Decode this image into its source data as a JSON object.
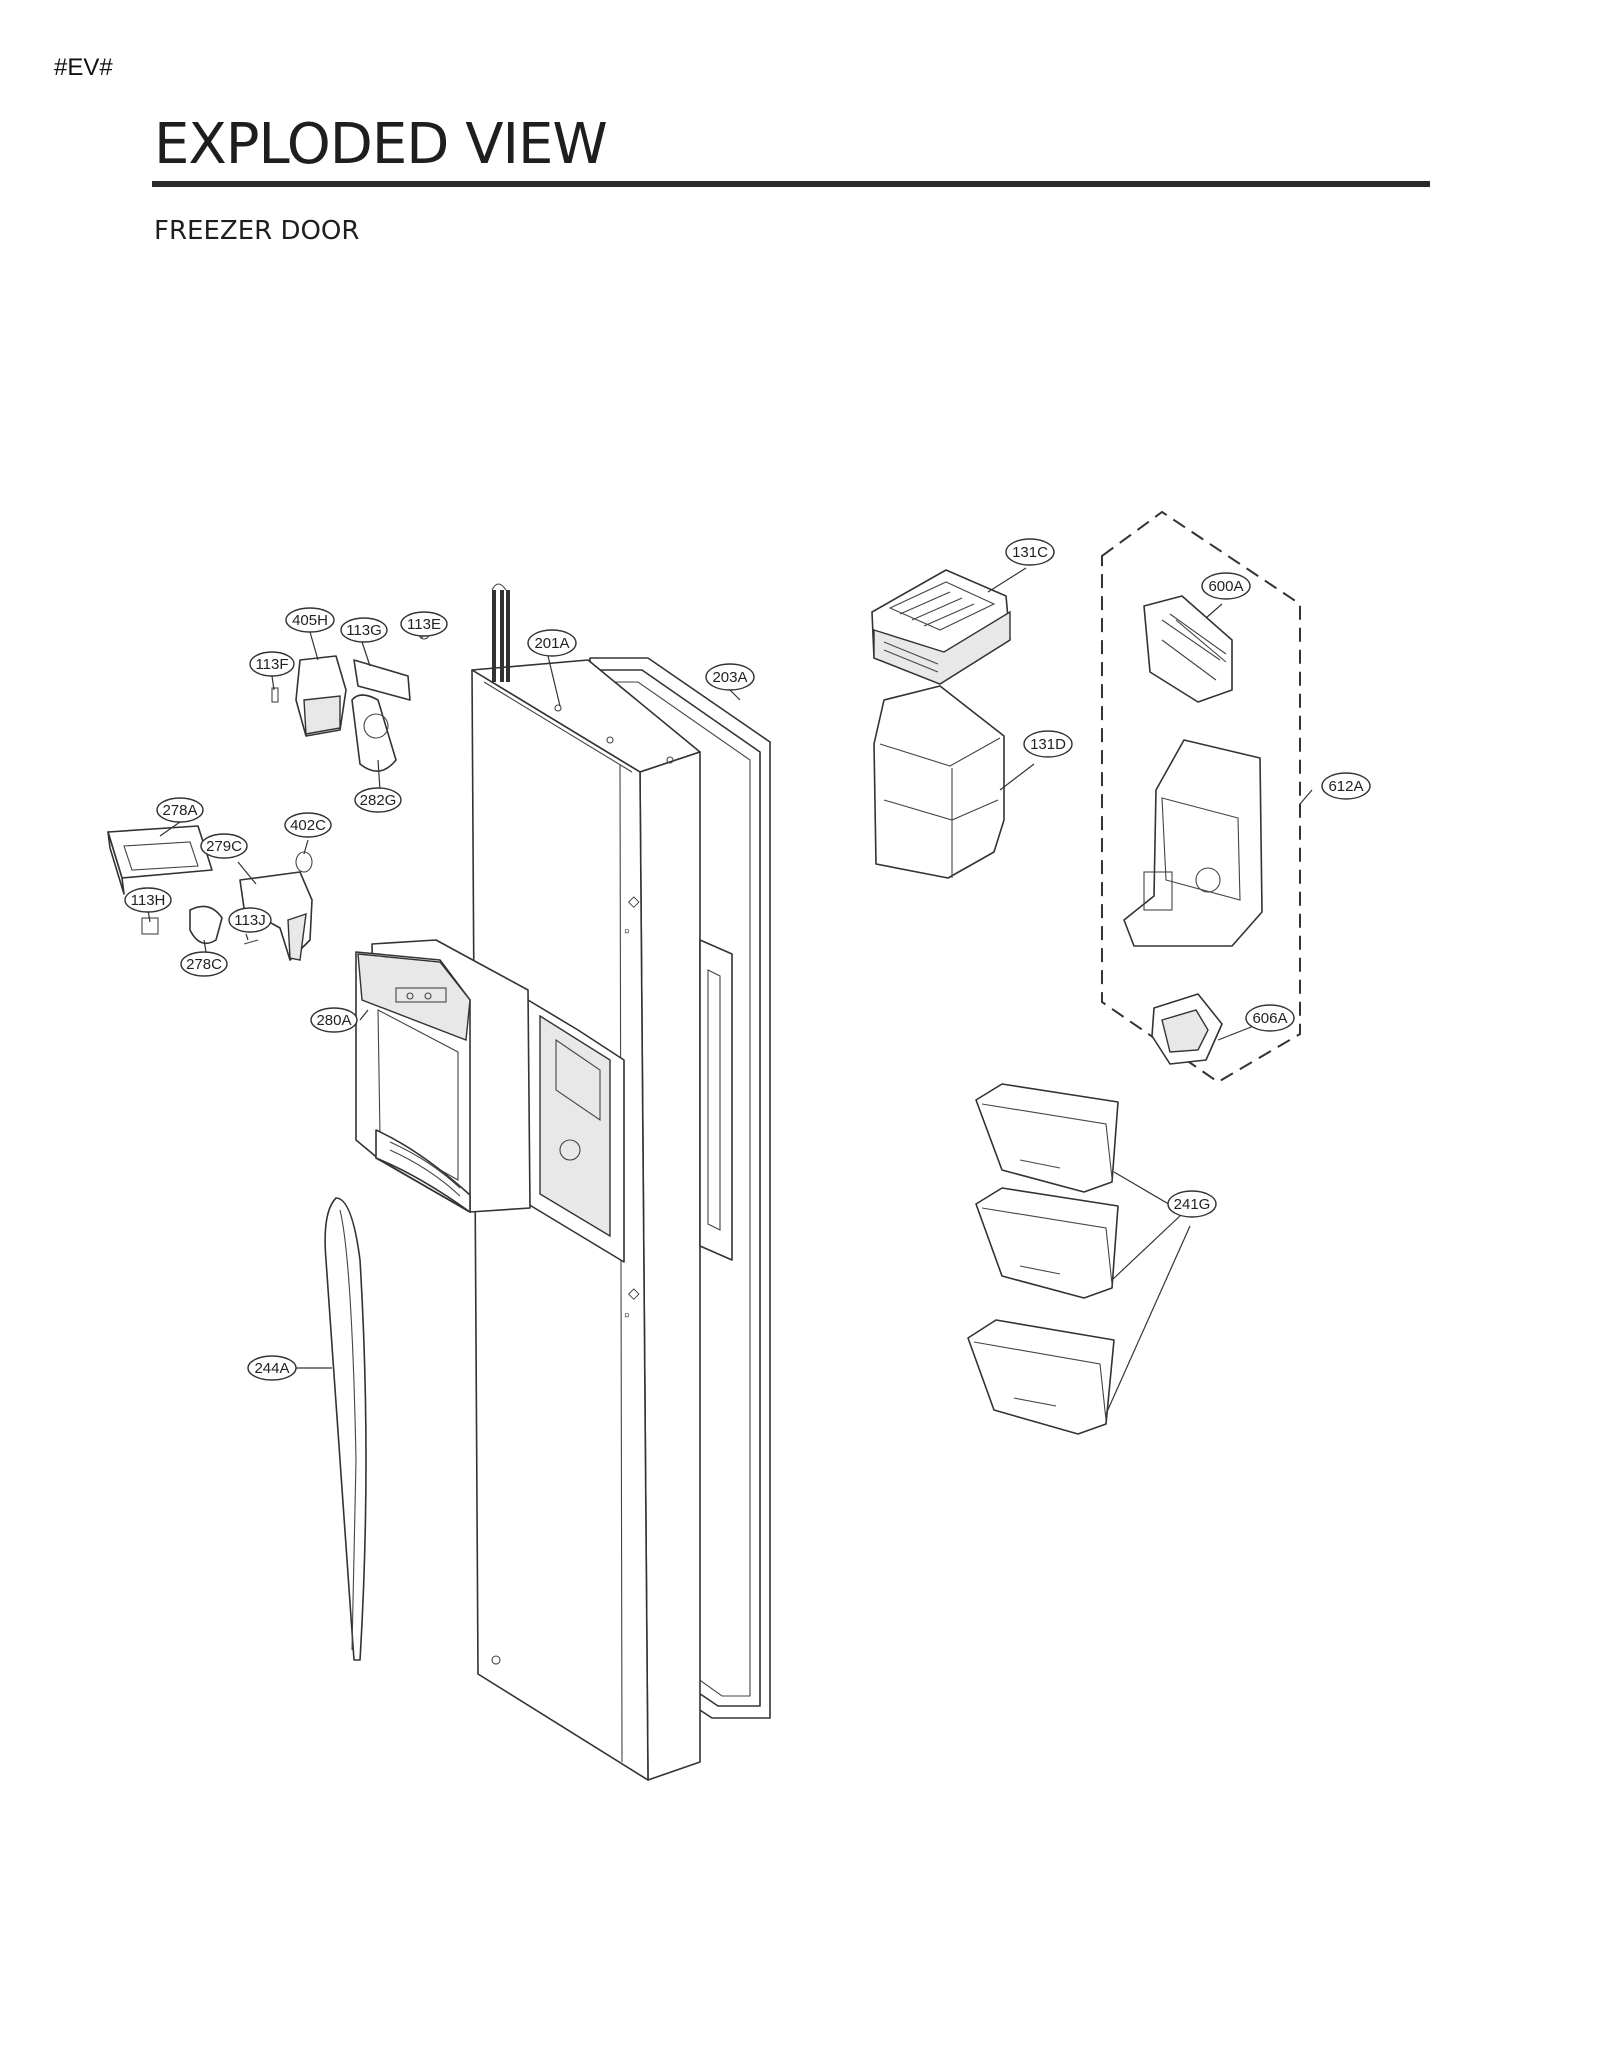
{
  "page": {
    "code": "#EV#",
    "title": "EXPLODED VIEW",
    "subtitle": "FREEZER DOOR"
  },
  "callouts": {
    "c405H": "405H",
    "c113G": "113G",
    "c113E": "113E",
    "c113F": "113F",
    "c201A": "201A",
    "c203A": "203A",
    "c282G": "282G",
    "c278A": "278A",
    "c402C": "402C",
    "c279C": "279C",
    "c113H": "113H",
    "c113J": "113J",
    "c278C": "278C",
    "c280A": "280A",
    "c244A": "244A",
    "c131C": "131C",
    "c131D": "131D",
    "c600A": "600A",
    "c612A": "612A",
    "c606A": "606A",
    "c241G": "241G"
  }
}
